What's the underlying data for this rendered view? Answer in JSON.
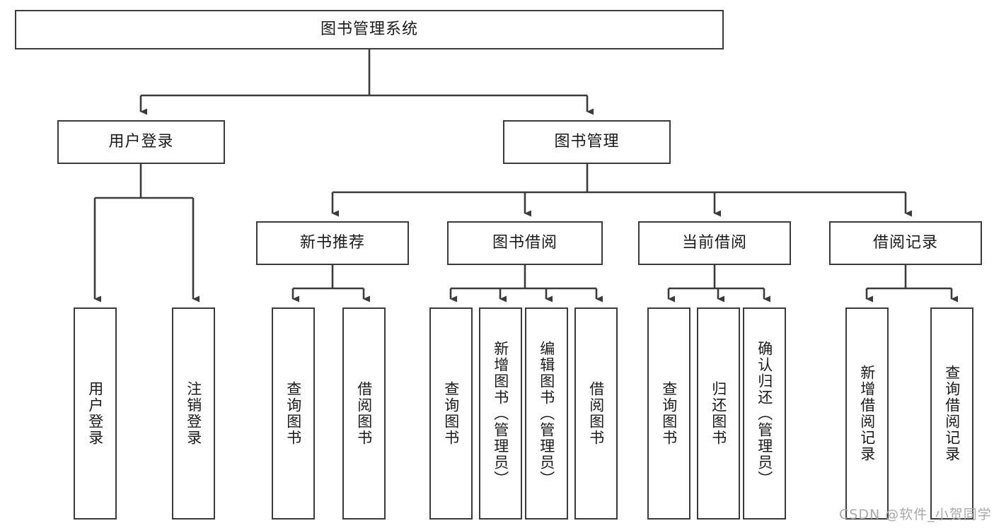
{
  "diagram": {
    "title": "图书管理系统",
    "type": "tree-hierarchy-diagram",
    "colors": {
      "box_border": "#3b3b3b",
      "box_fill": "#ffffff",
      "edge": "#3b3b3b",
      "text": "#1a1a1a",
      "watermark": "#a8a8a8",
      "background": "#ffffff"
    },
    "watermark": "CSDN @软件_小贺同学",
    "nodes": {
      "root": {
        "label": "图书管理系统"
      },
      "level2": [
        {
          "id": "user-login",
          "label": "用户登录"
        },
        {
          "id": "book-manage",
          "label": "图书管理"
        }
      ],
      "level3": [
        {
          "id": "new-book-recommend",
          "label": "新书推荐"
        },
        {
          "id": "book-borrow",
          "label": "图书借阅"
        },
        {
          "id": "current-borrow",
          "label": "当前借阅"
        },
        {
          "id": "borrow-record",
          "label": "借阅记录"
        }
      ],
      "leaves": {
        "user-login": [
          {
            "id": "leaf-user-login",
            "label": "用户登录"
          },
          {
            "id": "leaf-logout-login",
            "label": "注销登录"
          }
        ],
        "new-book-recommend": [
          {
            "id": "leaf-query-book-1",
            "label": "查询图书"
          },
          {
            "id": "leaf-borrow-book-1",
            "label": "借阅图书"
          }
        ],
        "book-borrow": [
          {
            "id": "leaf-query-book-2",
            "label": "查询图书"
          },
          {
            "id": "leaf-add-book",
            "label": "新增图书（管理员）"
          },
          {
            "id": "leaf-edit-book",
            "label": "编辑图书（管理员）"
          },
          {
            "id": "leaf-borrow-book-2",
            "label": "借阅图书"
          }
        ],
        "current-borrow": [
          {
            "id": "leaf-query-book-3",
            "label": "查询图书"
          },
          {
            "id": "leaf-return-book",
            "label": "归还图书"
          },
          {
            "id": "leaf-confirm-return",
            "label": "确认归还（管理员）"
          }
        ],
        "borrow-record": [
          {
            "id": "leaf-add-borrow-record",
            "label": "新增借阅记录"
          },
          {
            "id": "leaf-query-borrow-record",
            "label": "查询借阅记录"
          }
        ]
      }
    }
  }
}
